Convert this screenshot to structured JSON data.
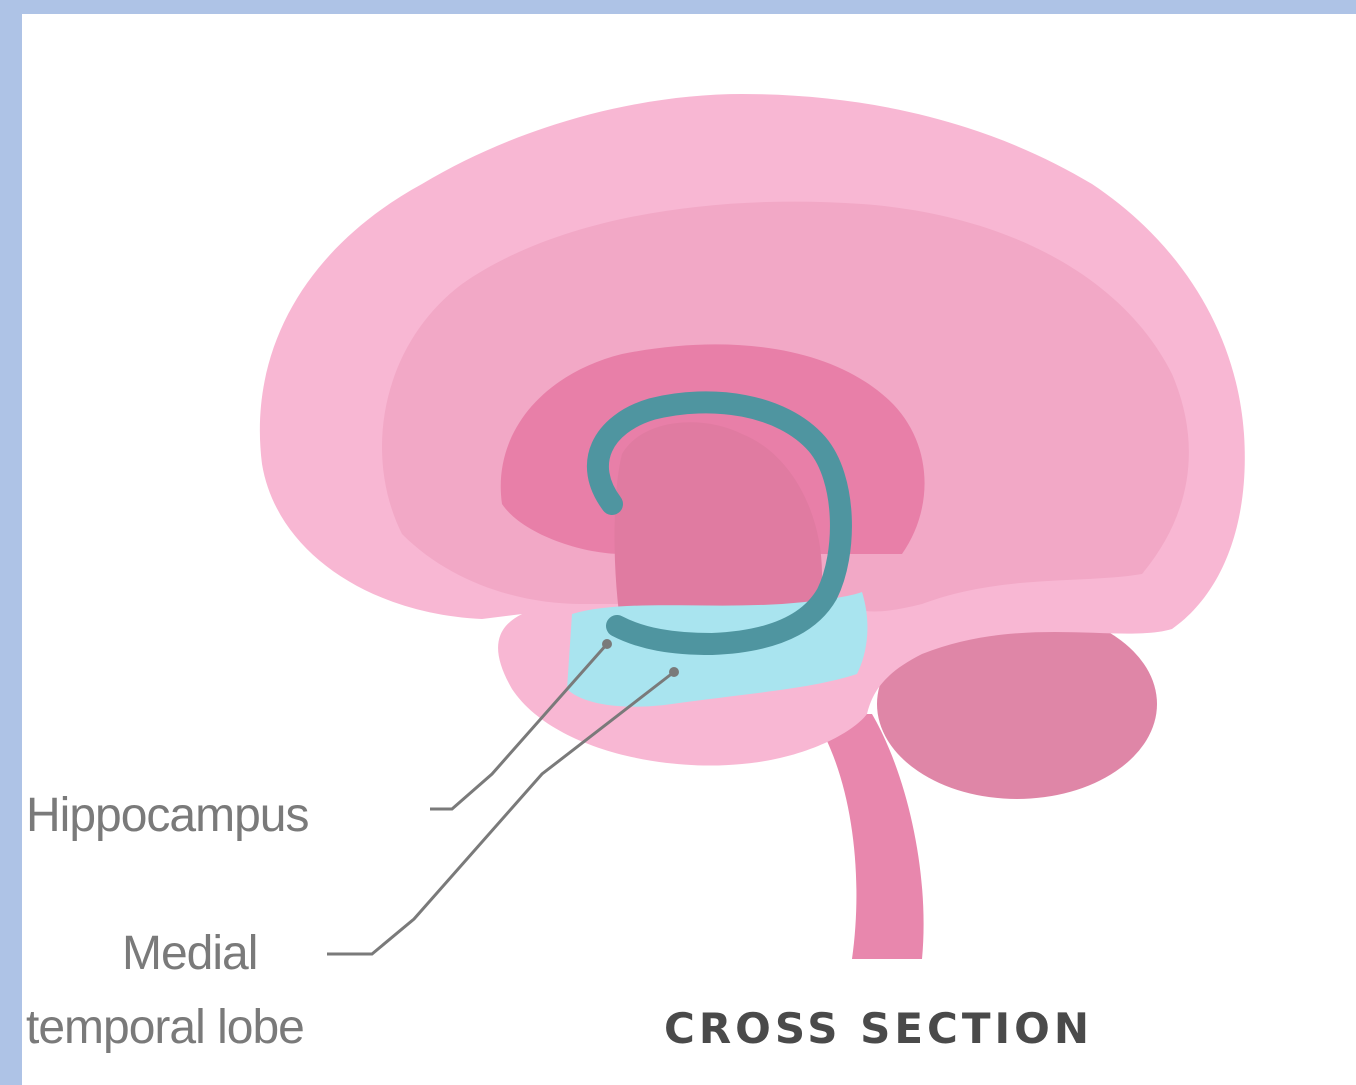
{
  "labels": {
    "hippocampus": "Hippocampus",
    "medial_temporal_lobe": [
      "Medial",
      "temporal lobe"
    ]
  },
  "caption": "CROSS SECTION",
  "colors": {
    "frame_border": "#aec3e6",
    "background": "#ffffff",
    "brain_outer": "#f8b7d3",
    "brain_inner": "#f2a8c6",
    "limbic_ring": "#e87fa8",
    "thalamus": "#e07ba1",
    "cerebellum": "#df86a7",
    "brainstem": "#e887ad",
    "hippocampus": "#4f95a0",
    "medial_temporal_lobe": "#a9e4ef",
    "leader_line": "#7a7a7a",
    "label_text": "#7a7a7a",
    "caption_text": "#4a4a4a"
  }
}
